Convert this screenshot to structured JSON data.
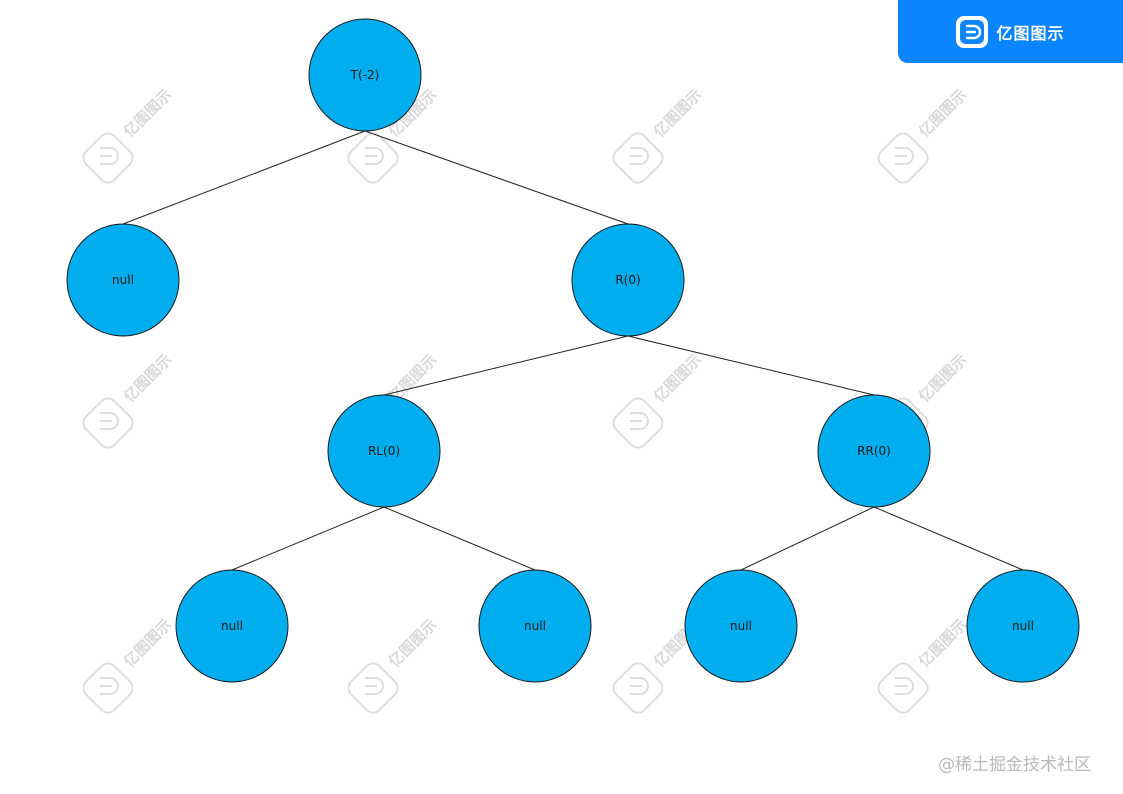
{
  "brand": {
    "name": "亿图图示",
    "icon": "edraw-logo-icon",
    "color": "#0a84ff"
  },
  "watermark": {
    "text": "亿图图示"
  },
  "credit": "@稀土掘金技术社区",
  "tree": {
    "node_color": "#00adef",
    "nodes": [
      {
        "id": "root",
        "label": "T(-2)"
      },
      {
        "id": "root-left",
        "label": "null"
      },
      {
        "id": "r",
        "label": "R(0)"
      },
      {
        "id": "rl",
        "label": "RL(0)"
      },
      {
        "id": "rr",
        "label": "RR(0)"
      },
      {
        "id": "rl-left",
        "label": "null"
      },
      {
        "id": "rl-right",
        "label": "null"
      },
      {
        "id": "rr-left",
        "label": "null"
      },
      {
        "id": "rr-right",
        "label": "null"
      }
    ],
    "edges": [
      {
        "from": "root",
        "to": "root-left"
      },
      {
        "from": "root",
        "to": "r"
      },
      {
        "from": "r",
        "to": "rl"
      },
      {
        "from": "r",
        "to": "rr"
      },
      {
        "from": "rl",
        "to": "rl-left"
      },
      {
        "from": "rl",
        "to": "rl-right"
      },
      {
        "from": "rr",
        "to": "rr-left"
      },
      {
        "from": "rr",
        "to": "rr-right"
      }
    ]
  }
}
